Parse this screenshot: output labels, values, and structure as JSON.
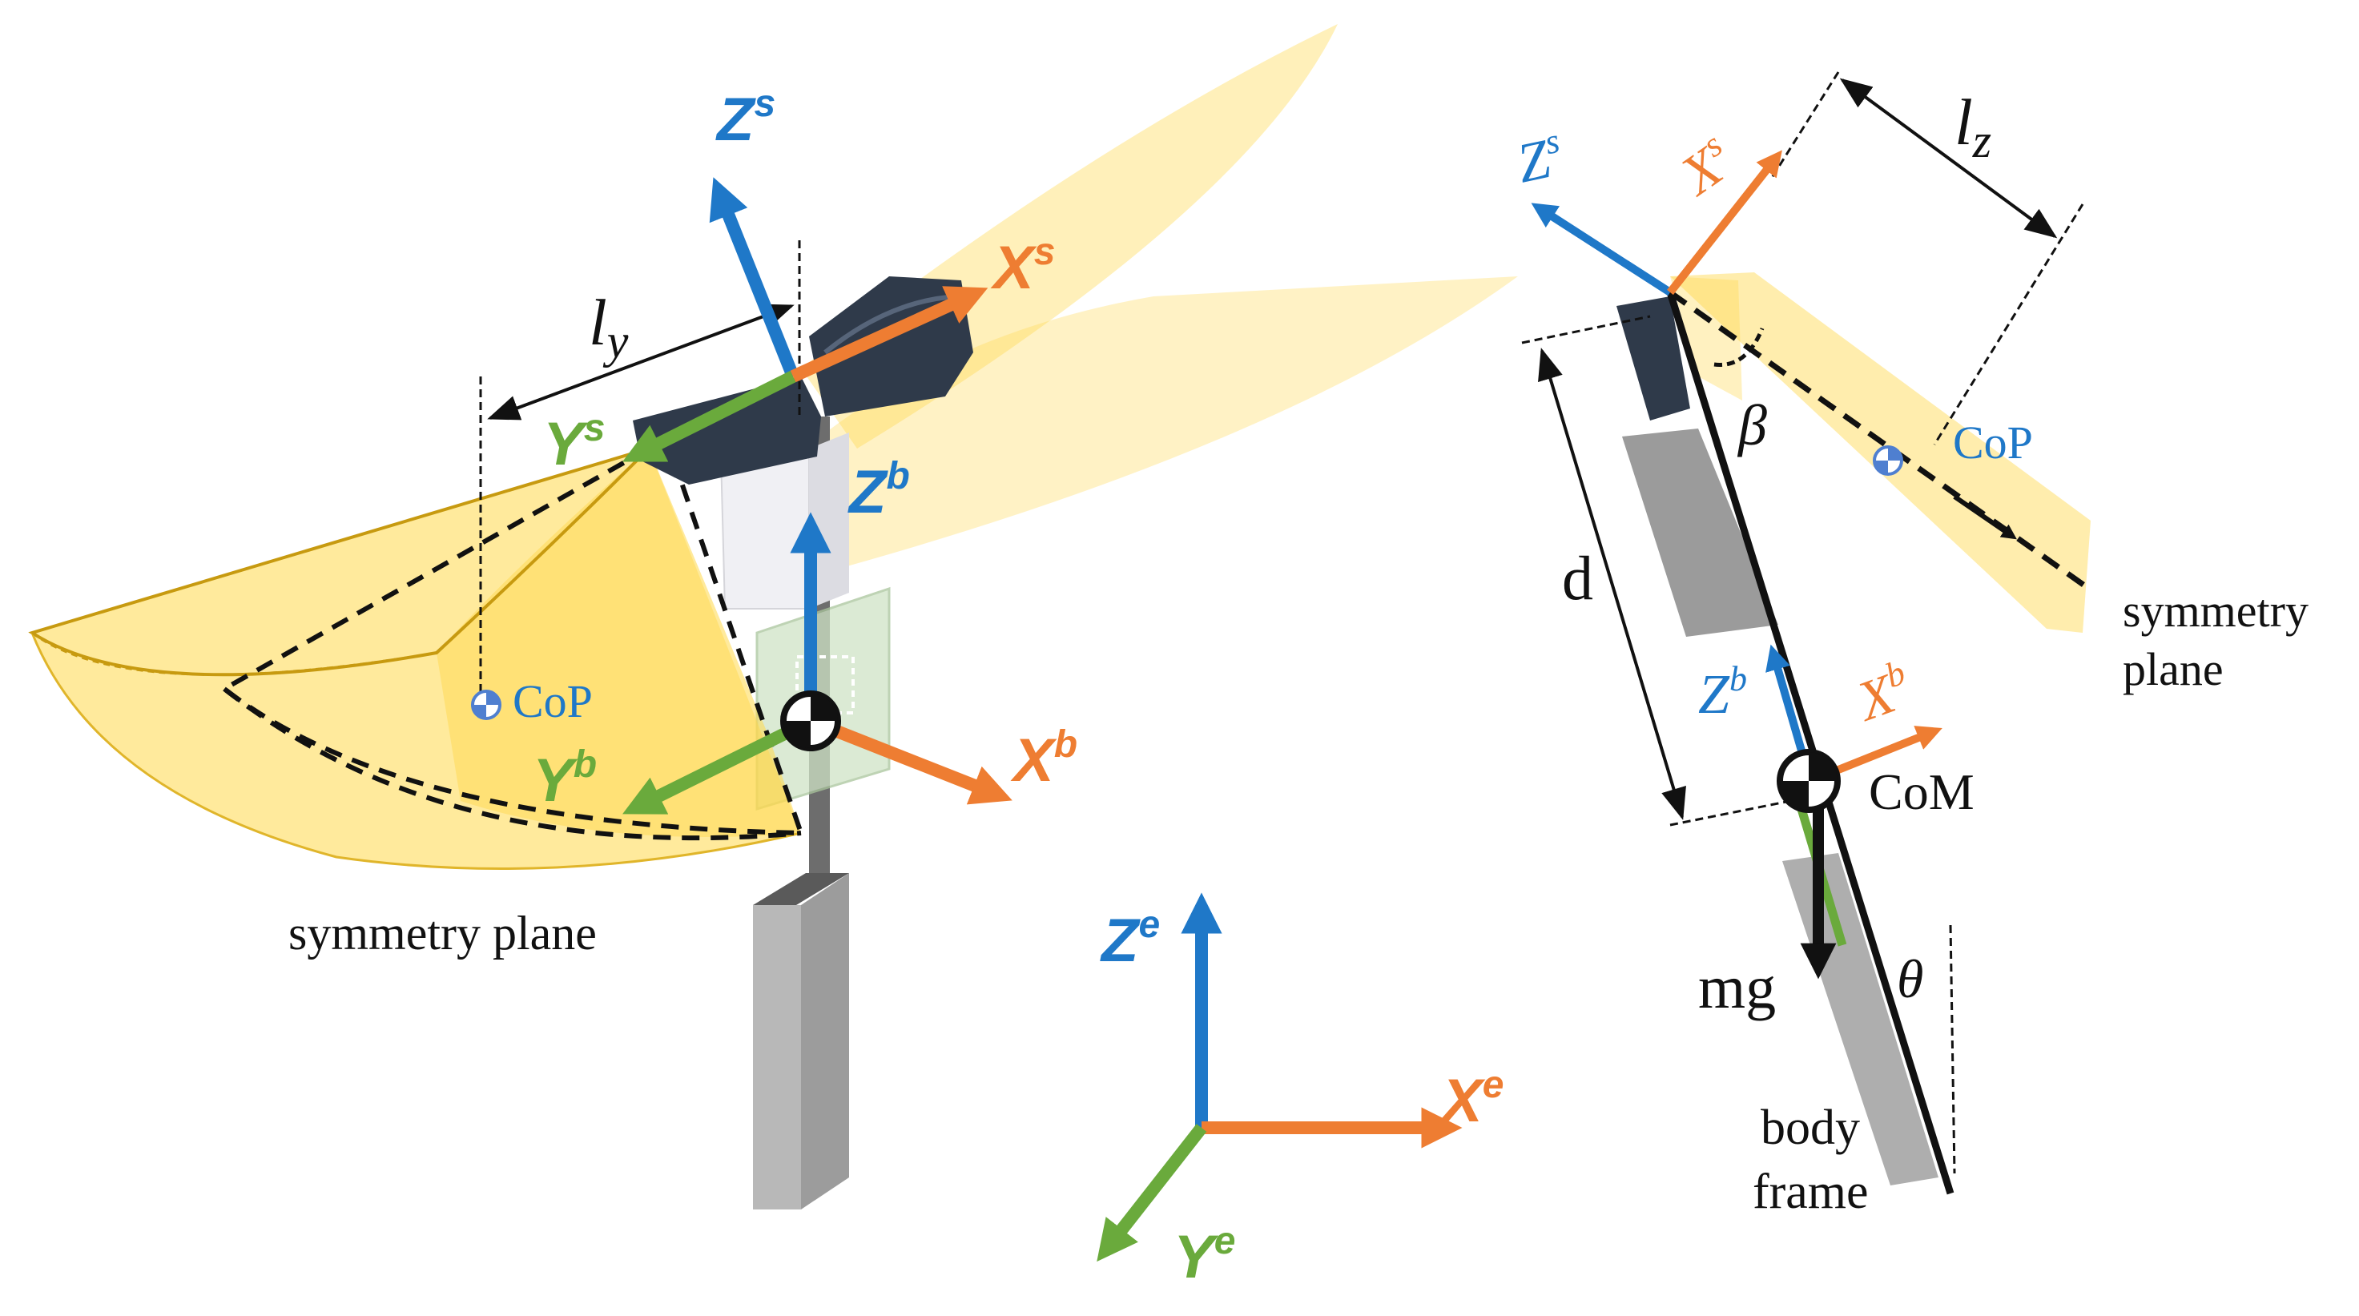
{
  "colors": {
    "z_axis": "#1f78c8",
    "x_axis": "#ee7d32",
    "y_axis": "#6aaa3c",
    "wing": "#ffd84a",
    "wing_edge": "#c79a10",
    "body_dark": "#2f3a4a",
    "body_gray": "#8a8a8a",
    "cop_marker": "#4f7fd0"
  },
  "left": {
    "z_s": {
      "base": "Z",
      "sup": "s"
    },
    "x_s": {
      "base": "X",
      "sup": "s"
    },
    "y_s": {
      "base": "Y",
      "sup": "s"
    },
    "z_b": {
      "base": "Z",
      "sup": "b"
    },
    "x_b": {
      "base": "X",
      "sup": "b"
    },
    "y_b": {
      "base": "Y",
      "sup": "b"
    },
    "l_y": {
      "base": "l",
      "sub": "y"
    },
    "cop": "CoP",
    "symmetry_plane": "symmetry plane"
  },
  "earth": {
    "z_e": {
      "base": "Z",
      "sup": "e"
    },
    "x_e": {
      "base": "X",
      "sup": "e"
    },
    "y_e": {
      "base": "Y",
      "sup": "e"
    }
  },
  "right": {
    "z_s": {
      "base": "Z",
      "sup": "s"
    },
    "x_s": {
      "base": "X",
      "sup": "s"
    },
    "z_b": {
      "base": "Z",
      "sup": "b"
    },
    "x_b": {
      "base": "X",
      "sup": "b"
    },
    "l_z": {
      "base": "l",
      "sub": "z"
    },
    "d": "d",
    "beta": "β",
    "theta": "θ",
    "cop": "CoP",
    "com": "CoM",
    "mg": "mg",
    "symmetry_plane_1": "symmetry",
    "symmetry_plane_2": "plane",
    "body_frame_1": "body",
    "body_frame_2": "frame"
  }
}
